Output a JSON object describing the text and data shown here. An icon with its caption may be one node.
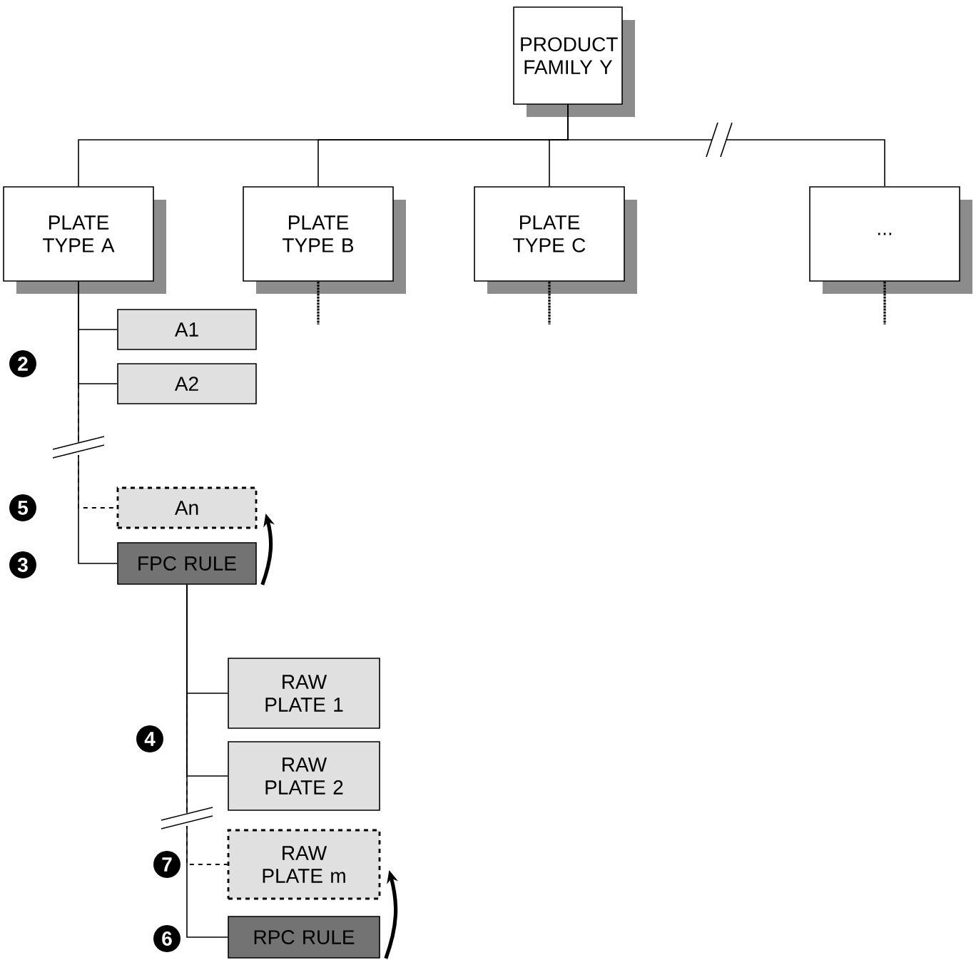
{
  "diagram": {
    "nodes": [
      {
        "text": [
          "PRODUCT FAMILY Y"
        ]
      },
      {
        "text": [
          "PLATE TYPE A"
        ]
      },
      {
        "text": [
          "PLATE TYPE B"
        ]
      },
      {
        "text": [
          "PLATE TYPE C"
        ]
      },
      {
        "text": [
          "..."
        ]
      },
      {
        "text": [
          "A1"
        ]
      },
      {
        "text": [
          "A2"
        ]
      },
      {
        "text": [
          "An"
        ]
      },
      {
        "text": [
          "FPC RULE"
        ]
      },
      {
        "text": [
          "RAW PLATE 1"
        ]
      },
      {
        "text": [
          "RAW PLATE 2"
        ]
      },
      {
        "text": [
          "RAW PLATE m"
        ]
      },
      {
        "text": [
          "RPC RULE"
        ]
      }
    ],
    "edges": [
      {
        "from": 0,
        "to": 1,
        "arrow": "none"
      },
      {
        "from": 0,
        "to": 2,
        "arrow": "none"
      },
      {
        "from": 0,
        "to": 3,
        "arrow": "none"
      },
      {
        "from": 0,
        "to": 4,
        "arrow": "none"
      },
      {
        "from": 2,
        "to": null,
        "arrow": "none",
        "style": "dashed"
      },
      {
        "from": 3,
        "to": null,
        "arrow": "none",
        "style": "dashed"
      },
      {
        "from": 4,
        "to": null,
        "arrow": "none",
        "style": "dashed"
      },
      {
        "from": 1,
        "to": 5,
        "arrow": "none"
      },
      {
        "from": 1,
        "to": 6,
        "arrow": "none"
      },
      {
        "from": 1,
        "to": 7,
        "arrow": "none",
        "style": "dashed"
      },
      {
        "from": 1,
        "to": 8,
        "arrow": "none"
      },
      {
        "from": 8,
        "to": 7,
        "arrow": "to",
        "style": "thick"
      },
      {
        "from": 8,
        "to": 9,
        "arrow": "none"
      },
      {
        "from": 8,
        "to": 10,
        "arrow": "none"
      },
      {
        "from": 8,
        "to": 11,
        "arrow": "none",
        "style": "dashed"
      },
      {
        "from": 8,
        "to": 12,
        "arrow": "none"
      },
      {
        "from": 12,
        "to": 11,
        "arrow": "to",
        "style": "thick"
      }
    ],
    "labels": [
      "2",
      "5",
      "3",
      "4",
      "7",
      "6"
    ]
  }
}
